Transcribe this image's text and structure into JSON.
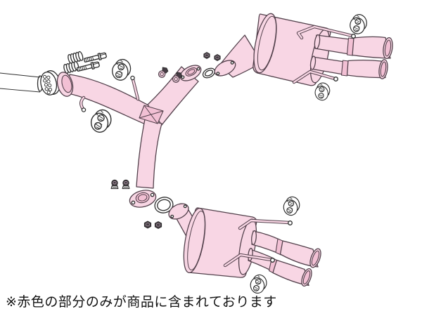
{
  "colors": {
    "page_background": "#ffffff",
    "product_pink": "#f8d6e4",
    "product_pink_shade": "#f2c0d4",
    "product_outline": "#53414c",
    "hardware_outline": "#2d2d2d",
    "hardware_fill": "#ffffff",
    "dark_fill": "#453c44",
    "text": "#111111"
  },
  "caption": {
    "text": "※赤色の部分のみが商品に含まれております"
  },
  "diagram": {
    "description": "exploded-parts-diagram-of-dual-muffler-exhaust-system",
    "legend_meaning": "pink(red) parts = included product; white/gray parts = reference hardware",
    "parts": [
      {
        "name": "front-pipe-stub",
        "included": false
      },
      {
        "name": "front-flange-gasket",
        "included": false
      },
      {
        "name": "flange-springs",
        "count": 2,
        "included": false
      },
      {
        "name": "flange-spring-bolts",
        "count": 2,
        "included": false
      },
      {
        "name": "center-y-pipe",
        "included": true
      },
      {
        "name": "rubber-hangers",
        "count": 6,
        "included": false
      },
      {
        "name": "joint-gasket-rings",
        "count": 2,
        "included": false
      },
      {
        "name": "joint-bolts",
        "count": 4,
        "included": false
      },
      {
        "name": "joint-nuts",
        "count": 4,
        "included": false
      },
      {
        "name": "right-rear-muffler-dual-tips",
        "included": true
      },
      {
        "name": "left-rear-muffler-dual-tips",
        "included": true
      }
    ]
  }
}
